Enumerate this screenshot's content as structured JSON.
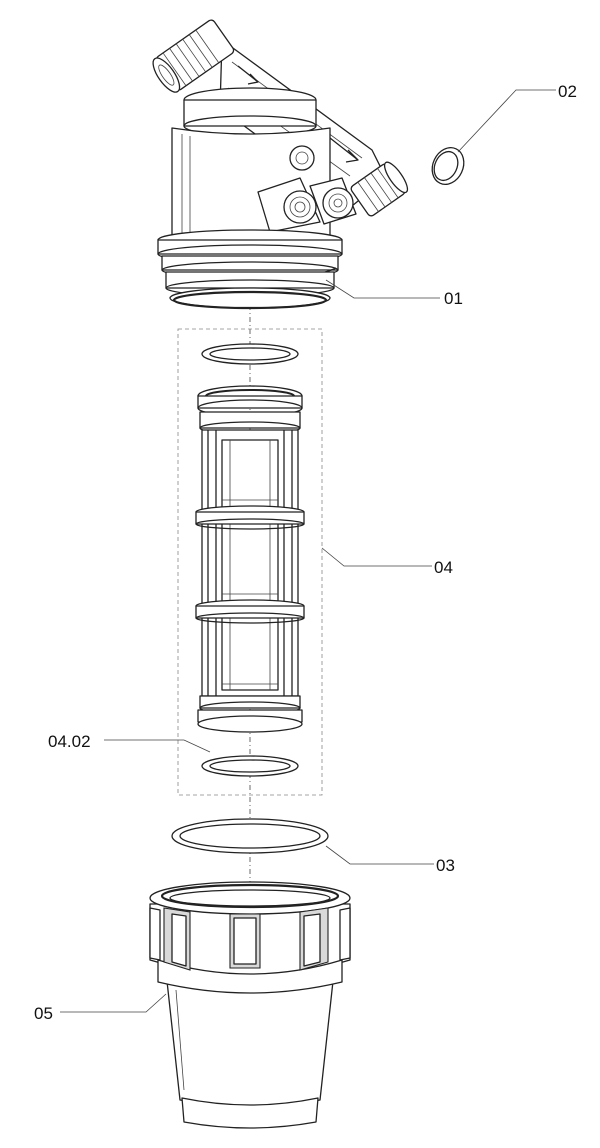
{
  "labels": {
    "part_01": "01",
    "part_02": "02",
    "part_03": "03",
    "part_04": "04",
    "part_04_02": "04.02",
    "part_05": "05"
  },
  "icons": [
    "filter-head",
    "plug-cap",
    "o-ring",
    "filter-cartridge",
    "filter-bowl"
  ]
}
